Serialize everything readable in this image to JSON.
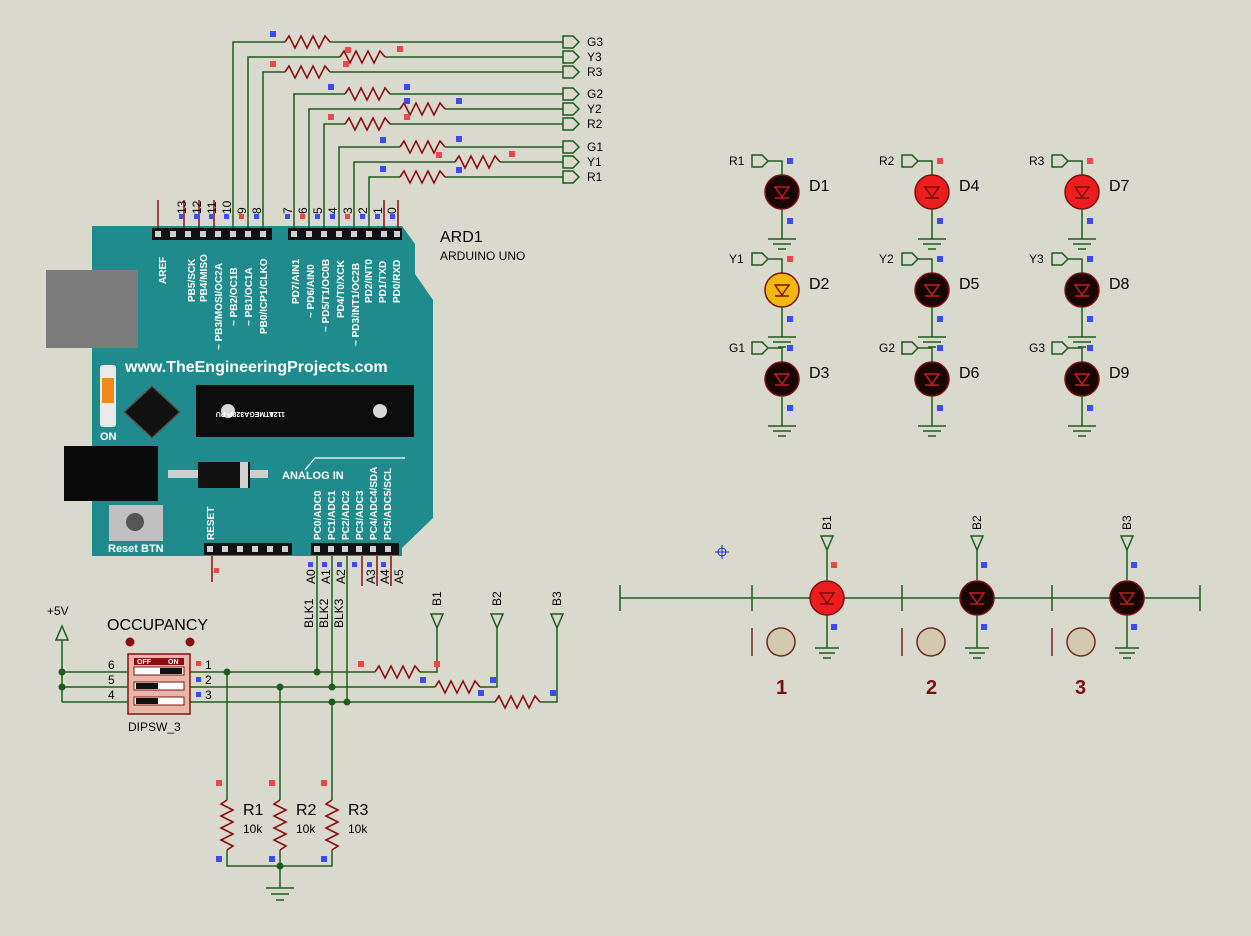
{
  "arduino": {
    "ref": "ARD1",
    "model": "ARDUINO UNO",
    "website": "www.TheEngineeringProjects.com",
    "chip": "ATMEGA328P-PU",
    "chip_code": "1121",
    "analog_in": "ANALOG IN",
    "on_label": "ON",
    "reset_btn": "Reset BTN",
    "reset": "RESET",
    "aref": "AREF",
    "digital_pins_left": [
      "13",
      "12",
      "11",
      "10",
      "9",
      "8"
    ],
    "digital_pins_right": [
      "7",
      "6",
      "5",
      "4",
      "3",
      "2",
      "1",
      "0"
    ],
    "digital_names_left": [
      "PB5/SCK",
      "PB4/MISO",
      "~ PB3/MOSI/OC2A",
      "~ PB2/OC1B",
      "~ PB1/OC1A",
      "PB0/ICP1/CLKO"
    ],
    "digital_names_right": [
      "PD7/AIN1",
      "~ PD6/AIN0",
      "~ PD5/T1/OC0B",
      "PD4/T0/XCK",
      "~ PD3/INT1/OC2B",
      "PD2/INT0",
      "PD1/TXD",
      "PD0/RXD"
    ],
    "analog_names": [
      "PC0/ADC0",
      "PC1/ADC1",
      "PC2/ADC2",
      "PC3/ADC3",
      "PC4/ADC4/SDA",
      "PC5/ADC5/SCL"
    ],
    "analog_pins": [
      "A0",
      "A1",
      "A2",
      "A3",
      "A4",
      "A5"
    ]
  },
  "nets": {
    "outputs": [
      "G3",
      "Y3",
      "R3",
      "G2",
      "Y2",
      "R2",
      "G1",
      "Y1",
      "R1"
    ],
    "blk": [
      "BLK1",
      "BLK2",
      "BLK3"
    ],
    "block_terms": [
      "B1",
      "B2",
      "B3"
    ]
  },
  "leds": [
    {
      "net": "R1",
      "ref": "D1",
      "color": "#1a0505"
    },
    {
      "net": "Y1",
      "ref": "D2",
      "color": "#f2b90a"
    },
    {
      "net": "G1",
      "ref": "D3",
      "color": "#1a0505"
    },
    {
      "net": "R2",
      "ref": "D4",
      "color": "#ee1d1d"
    },
    {
      "net": "Y2",
      "ref": "D5",
      "color": "#1a0505"
    },
    {
      "net": "G2",
      "ref": "D6",
      "color": "#1a0505"
    },
    {
      "net": "R3",
      "ref": "D7",
      "color": "#ee1d1d"
    },
    {
      "net": "Y3",
      "ref": "D8",
      "color": "#1a0505"
    },
    {
      "net": "G3",
      "ref": "D9",
      "color": "#1a0505"
    }
  ],
  "occupancy": {
    "title": "OCCUPANCY",
    "part": "DIPSW_3",
    "supply": "+5V",
    "off": "OFF",
    "on": "ON",
    "left_pins": [
      "6",
      "5",
      "4"
    ],
    "right_pins": [
      "1",
      "2",
      "3"
    ]
  },
  "resistors": [
    {
      "ref": "R1",
      "value": "10k"
    },
    {
      "ref": "R2",
      "value": "10k"
    },
    {
      "ref": "R3",
      "value": "10k"
    }
  ],
  "track": {
    "blocks": [
      "1",
      "2",
      "3"
    ],
    "led_nets": [
      "B1",
      "B2",
      "B3"
    ]
  },
  "colors": {
    "background": "#d9d9cd",
    "board": "#1f8b8c",
    "wire": "#1d5c1d",
    "resistor": "#8a1010",
    "led_on_red": "#ee1d1d",
    "led_on_yellow": "#f2b90a",
    "led_off": "#1a0505"
  }
}
